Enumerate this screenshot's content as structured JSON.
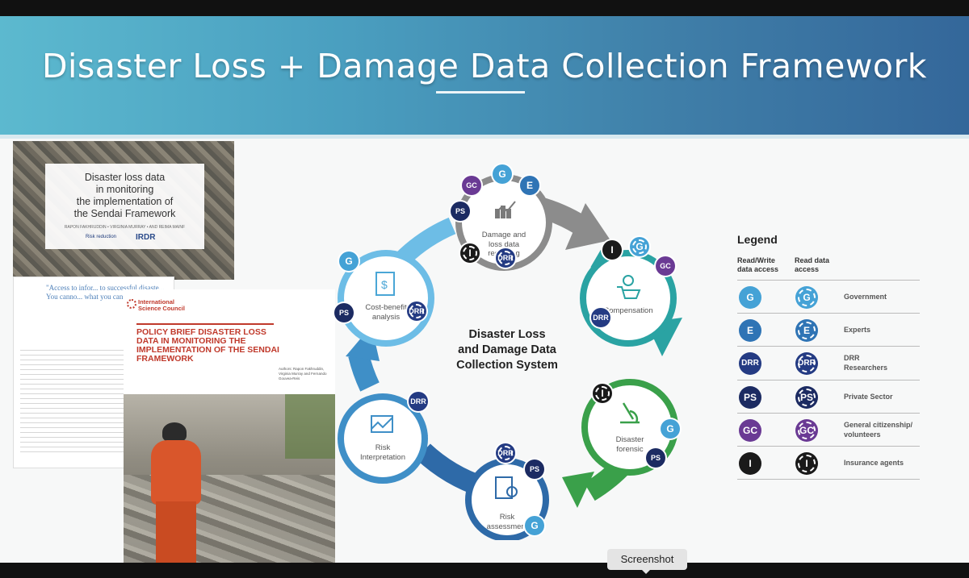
{
  "slide": {
    "title": "Disaster Loss + Damage Data Collection Framework"
  },
  "documents": {
    "report_title": "Disaster loss data\nin monitoring\nthe implementation of\nthe Sendai Framework",
    "report_authors": "RAPON FAKHRUDDIN • VIRGINIA MURRAY • AND REIMA MAINF",
    "report_logo_left": "Risk reduction",
    "report_logo_right": "IRDR",
    "quote_text": "\"Access to infor... to successful disaste... You canno... what you can...\"",
    "isc_org": "International\nScience Council",
    "policy_brief_title": "POLICY BRIEF DISASTER LOSS DATA IN MONITORING THE IMPLEMENTATION OF THE SENDAI FRAMEWORK",
    "policy_brief_authors": "Authors: Rapon Fakhruddin, Virginia Murray and Fernando Gouvea-Reis"
  },
  "diagram": {
    "center": "Disaster Loss\nand Damage Data\nCollection System",
    "nodes": [
      {
        "label": "Damage and\nloss data\nrecording"
      },
      {
        "label": "Compensation"
      },
      {
        "label": "Disaster\nforensic"
      },
      {
        "label": "Risk\nassessment"
      },
      {
        "label": "Risk\nInterpretation"
      },
      {
        "label": "Cost-benefit\nanalysis"
      }
    ],
    "badges": {
      "g": "G",
      "e": "E",
      "drr": "DRR",
      "ps": "PS",
      "gc": "GC",
      "i": "I"
    },
    "colors": {
      "government": "#45a2d6",
      "experts": "#2f74b5",
      "drr": "#243b83",
      "private": "#1c2b62",
      "citizens": "#6a3a94",
      "insurance": "#1a1a1a",
      "arc_grey": "#8c8c8c",
      "arc_teal": "#2aa3a3",
      "arc_green": "#3aa04a",
      "arc_blue": "#2e6aa8",
      "arc_lightblue": "#4aa6d6"
    }
  },
  "legend": {
    "title": "Legend",
    "col_rw": "Read/Write\ndata access",
    "col_r": "Read data\naccess",
    "rows": [
      {
        "code": "G",
        "label": "Government"
      },
      {
        "code": "E",
        "label": "Experts"
      },
      {
        "code": "DRR",
        "label": "DRR\nResearchers"
      },
      {
        "code": "PS",
        "label": "Private Sector"
      },
      {
        "code": "GC",
        "label": "General citizenship/\nvolunteers"
      },
      {
        "code": "I",
        "label": "Insurance agents"
      }
    ]
  },
  "tooltip": {
    "text": "Screenshot"
  }
}
